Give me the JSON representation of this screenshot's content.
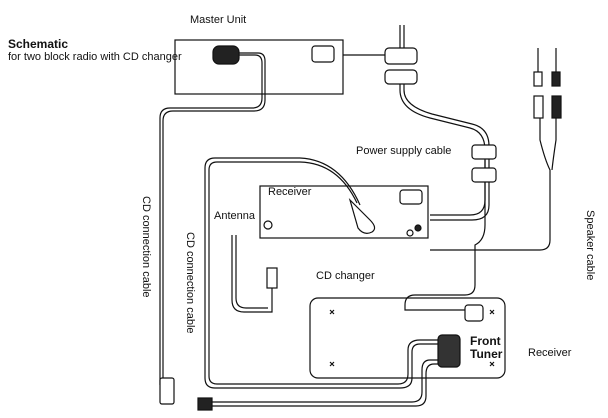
{
  "title": "Schematic",
  "subtitle": "for two block radio with CD changer",
  "labels": {
    "master_unit": "Master Unit",
    "power_supply_cable": "Power supply cable",
    "receiver_top": "Receiver",
    "antenna": "Antenna",
    "cd_changer": "CD changer",
    "front_tuner_line1": "Front",
    "front_tuner_line2": "Tuner",
    "receiver_bottom": "Receiver",
    "cd_connection_cable_1": "CD connection cable",
    "cd_connection_cable_2": "CD connection cable",
    "speaker_cable": "Speaker cable"
  }
}
